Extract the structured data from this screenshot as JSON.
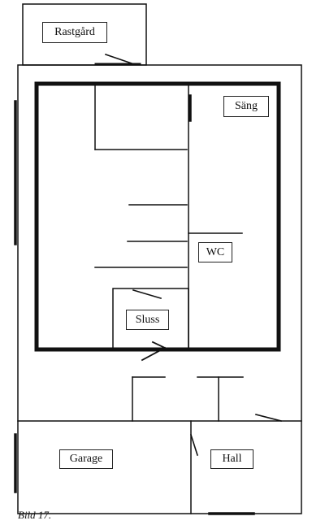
{
  "rooms": {
    "rastgard": "Rastgård",
    "sang": "Säng",
    "wc": "WC",
    "sluss": "Sluss",
    "garage": "Garage",
    "hall": "Hall"
  },
  "caption": "Bild 17."
}
